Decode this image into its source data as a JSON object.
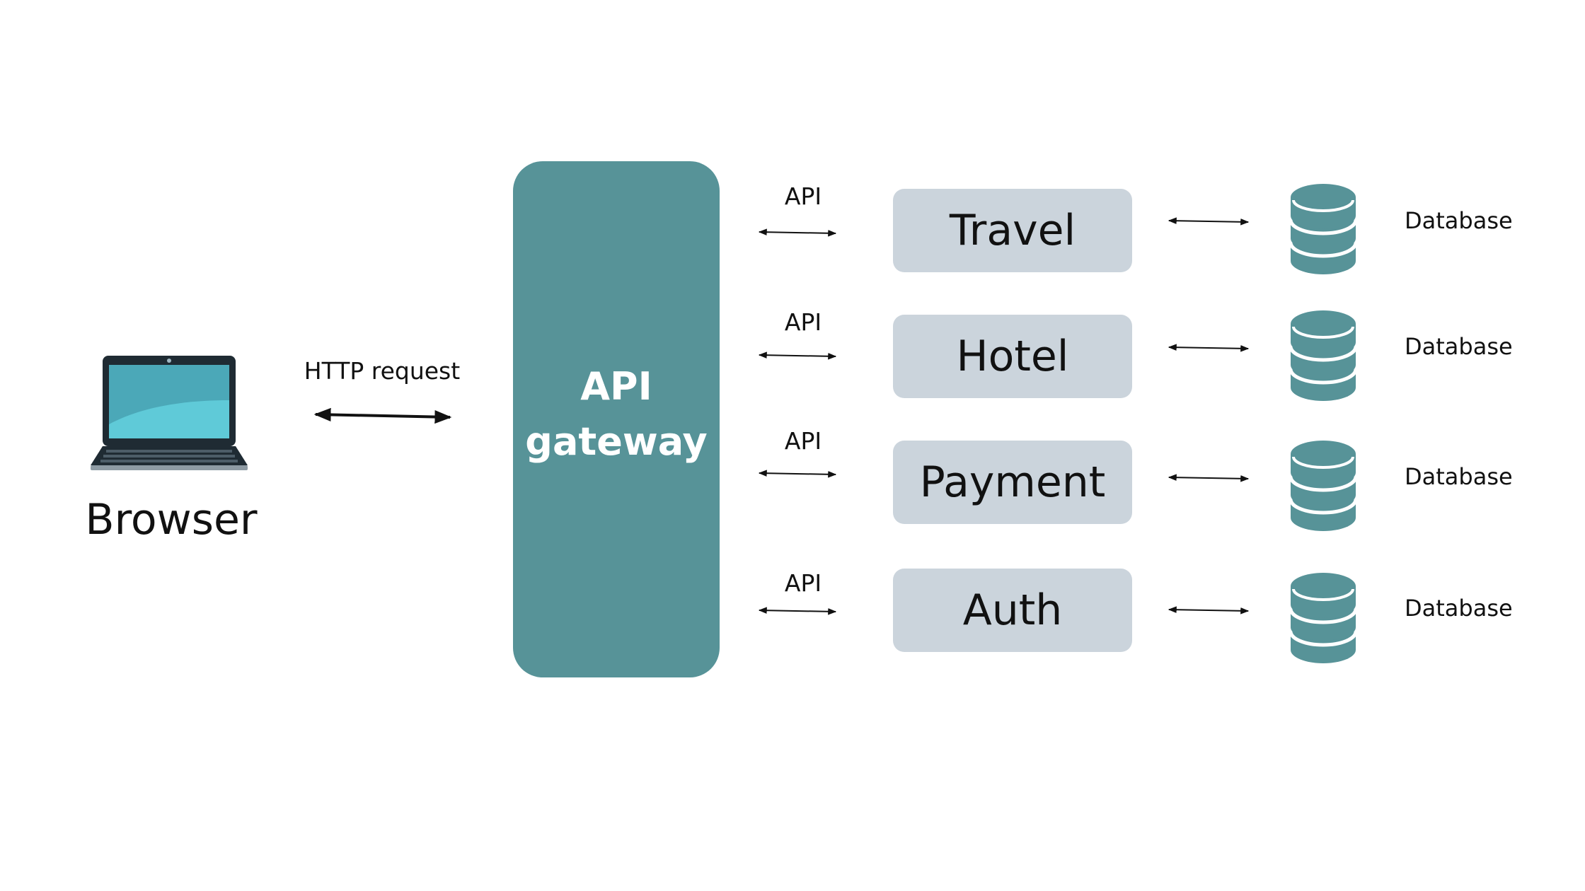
{
  "client": {
    "label": "Browser",
    "icon": "laptop-icon"
  },
  "connection": {
    "label": "HTTP request"
  },
  "gateway": {
    "line1": "API",
    "line2": "gateway"
  },
  "services": [
    {
      "name": "Travel",
      "api_label": "API",
      "db_label": "Database"
    },
    {
      "name": "Hotel",
      "api_label": "API",
      "db_label": "Database"
    },
    {
      "name": "Payment",
      "api_label": "API",
      "db_label": "Database"
    },
    {
      "name": "Auth",
      "api_label": "API",
      "db_label": "Database"
    }
  ],
  "colors": {
    "gateway": "#579398",
    "service_box": "#cbd4dc",
    "database": "#579398",
    "laptop_screen": "#4ba8b8",
    "laptop_frame": "#1f2b33"
  }
}
